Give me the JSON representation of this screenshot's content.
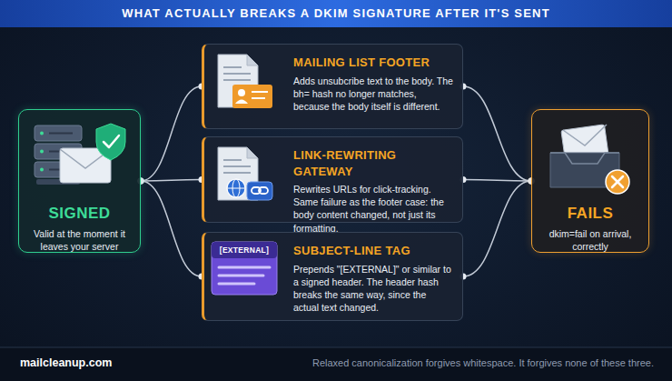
{
  "diagram": {
    "title": "WHAT ACTUALLY BREAKS A DKIM SIGNATURE AFTER IT'S SENT",
    "caption": "Relaxed canonicalization forgives whitespace. It forgives none of these three.",
    "nodes": [
      {
        "text": [
          "SIGNED",
          "Valid at the moment it leaves your server"
        ]
      },
      {
        "text": [
          "MAILING LIST FOOTER",
          "Adds unsubcribe text to the body. The bh= hash no longer matches, because the body itself is different."
        ]
      },
      {
        "text": [
          "LINK-REWRITING GATEWAY",
          "Rewrites URLs for click-tracking. Same failure as the footer case: the body content changed, not just its formatting."
        ]
      },
      {
        "text": [
          "SUBJECT-LINE TAG",
          "Prepends \"[EXTERNAL]\" or similar to a signed header. The header hash breaks the same way, since the actual text changed."
        ]
      },
      {
        "text": [
          "FAILS",
          "dkim=fail on arrival, correctly"
        ]
      }
    ],
    "edges": [
      {
        "from": 0,
        "to": 1,
        "arrow": "none"
      },
      {
        "from": 0,
        "to": 2,
        "arrow": "none"
      },
      {
        "from": 0,
        "to": 3,
        "arrow": "none"
      },
      {
        "from": 1,
        "to": 4,
        "arrow": "none"
      },
      {
        "from": 2,
        "to": 4,
        "arrow": "none"
      },
      {
        "from": 3,
        "to": 4,
        "arrow": "none"
      }
    ],
    "labels": [
      "[EXTERNAL]",
      "mailcleanup.com"
    ]
  }
}
